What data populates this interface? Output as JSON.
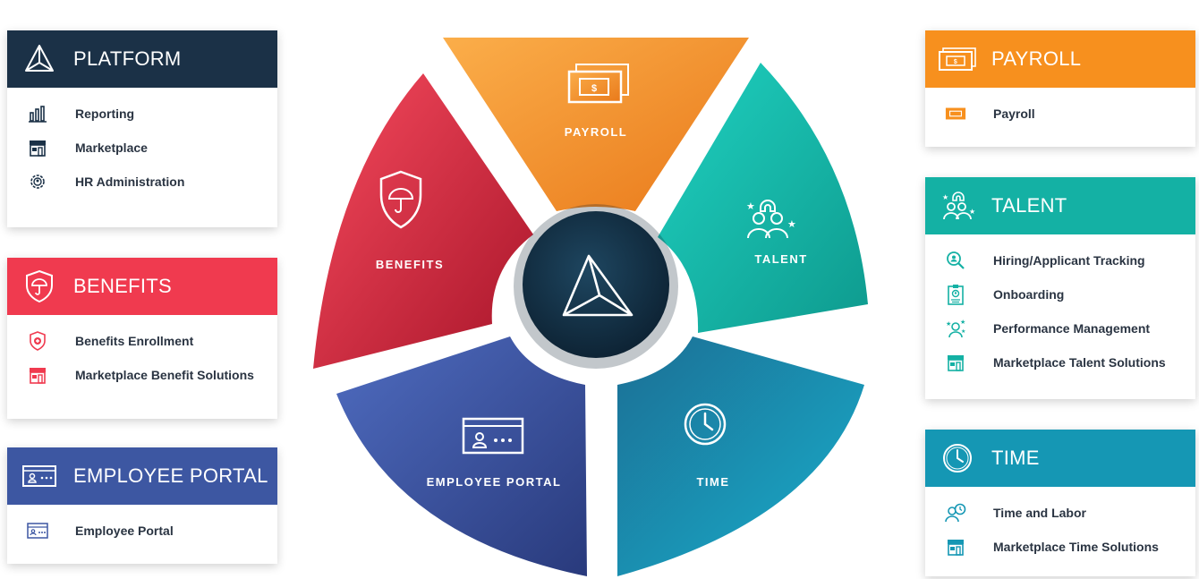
{
  "platform": {
    "title": "PLATFORM",
    "items": [
      {
        "label": "Reporting",
        "icon": "chart-icon"
      },
      {
        "label": "Marketplace",
        "icon": "store-icon"
      },
      {
        "label": "HR Administration",
        "icon": "gear-people-icon"
      }
    ]
  },
  "benefits": {
    "title": "BENEFITS",
    "items": [
      {
        "label": "Benefits Enrollment",
        "icon": "shield-plus-icon"
      },
      {
        "label": "Marketplace Benefit Solutions",
        "icon": "store-icon"
      }
    ]
  },
  "employee_portal": {
    "title": "EMPLOYEE PORTAL",
    "items": [
      {
        "label": "Employee Portal",
        "icon": "id-card-icon"
      }
    ]
  },
  "payroll": {
    "title": "PAYROLL",
    "items": [
      {
        "label": "Payroll",
        "icon": "money-icon"
      }
    ]
  },
  "talent": {
    "title": "TALENT",
    "items": [
      {
        "label": "Hiring/Applicant Tracking",
        "icon": "search-person-icon"
      },
      {
        "label": "Onboarding",
        "icon": "badge-icon"
      },
      {
        "label": "Performance Management",
        "icon": "star-person-icon"
      },
      {
        "label": "Marketplace Talent Solutions",
        "icon": "store-icon"
      }
    ]
  },
  "time": {
    "title": "TIME",
    "items": [
      {
        "label": "Time and Labor",
        "icon": "person-clock-icon"
      },
      {
        "label": "Marketplace Time Solutions",
        "icon": "store-icon"
      }
    ]
  },
  "wheel": {
    "segments": {
      "payroll": "PAYROLL",
      "talent": "TALENT",
      "time": "TIME",
      "employee_portal": "EMPLOYEE PORTAL",
      "benefits": "BENEFITS"
    },
    "center_icon": "triangle-logo-icon"
  },
  "colors": {
    "navy": "#1b3147",
    "red": "#f03a4f",
    "blue": "#3d57a2",
    "orange": "#f7901e",
    "teal": "#14b1a4",
    "time_blue": "#1597b4"
  }
}
